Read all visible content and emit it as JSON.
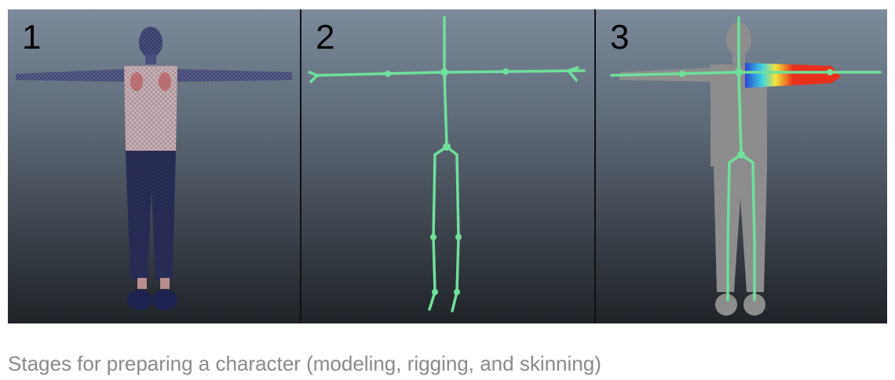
{
  "panels": [
    {
      "number": "1",
      "stage": "modeling"
    },
    {
      "number": "2",
      "stage": "rigging"
    },
    {
      "number": "3",
      "stage": "skinning"
    }
  ],
  "caption": "Stages for preparing a character (modeling, rigging, and skinning)",
  "colors": {
    "skeleton": "#6fe09a",
    "mesh_shirt": "#c9b3b8",
    "mesh_pants": "#2a2f5a",
    "skin_mesh": "#8d8d8d",
    "weight_hot": "#e8301c",
    "weight_mid": "#f2e33a",
    "weight_cold": "#2a44d6"
  }
}
